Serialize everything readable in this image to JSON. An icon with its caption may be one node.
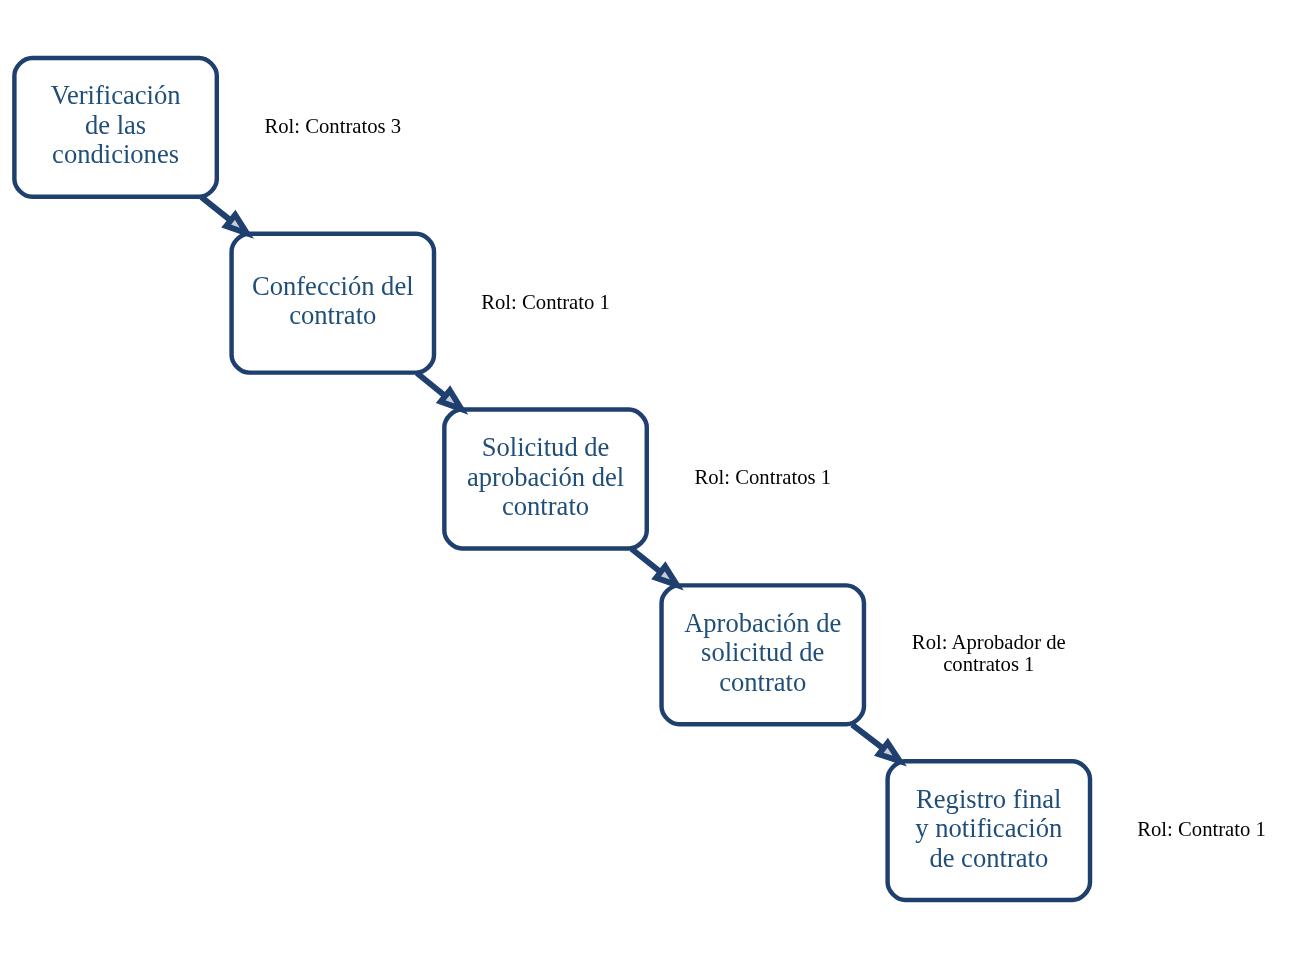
{
  "diagram": {
    "nodes": [
      {
        "text": [
          "Verificación de las condiciones"
        ],
        "beside": [
          "Rol: Contratos 3"
        ]
      },
      {
        "text": [
          "Confección del contrato"
        ],
        "beside": [
          "Rol: Contrato 1"
        ]
      },
      {
        "text": [
          "Solicitud de aprobación del contrato"
        ],
        "beside": [
          "Rol: Contratos 1"
        ]
      },
      {
        "text": [
          "Aprobación de solicitud de contrato"
        ],
        "beside": [
          "Rol: Aprobador de contratos 1"
        ]
      },
      {
        "text": [
          "Registro final y notificación de contrato"
        ],
        "beside": [
          "Rol: Contrato 1"
        ]
      }
    ],
    "edges": [
      {
        "from": 0,
        "to": 1,
        "arrow": "to"
      },
      {
        "from": 1,
        "to": 2,
        "arrow": "to"
      },
      {
        "from": 2,
        "to": 3,
        "arrow": "to"
      },
      {
        "from": 3,
        "to": 4,
        "arrow": "to"
      }
    ]
  }
}
